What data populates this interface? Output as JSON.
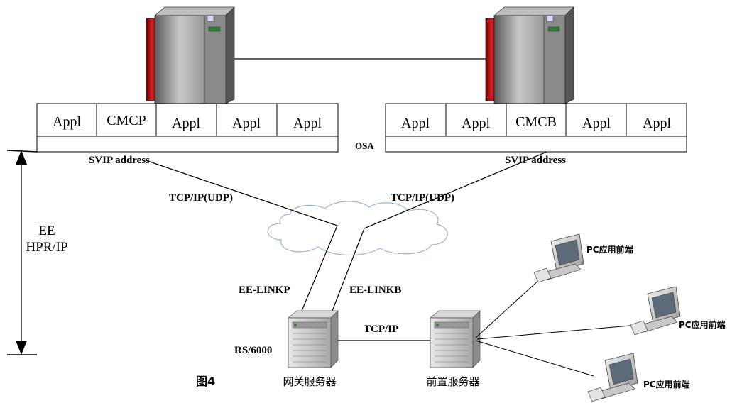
{
  "hosts": {
    "left": {
      "cells": [
        "Appl",
        "CMCP",
        "Appl",
        "Appl",
        "Appl"
      ],
      "address_label": "SVIP address"
    },
    "right": {
      "cells": [
        "Appl",
        "Appl",
        "CMCB",
        "Appl",
        "Appl"
      ],
      "address_label": "SVIP address"
    }
  },
  "labels": {
    "osa": "OSA",
    "tcp_left": "TCP/IP(UDP)",
    "tcp_right": "TCP/IP(UDP)",
    "ee_linkp": "EE-LINKP",
    "ee_linkb": "EE-LINKB",
    "tcp_ip": "TCP/IP",
    "rs6000": "RS/6000",
    "ee": "EE",
    "hpr_ip": "HPR/IP",
    "figure": "图4"
  },
  "servers": {
    "gateway": "网关服务器",
    "frontend": "前置服务器"
  },
  "pcs": [
    "PC应用前端",
    "PC应用前端",
    "PC应用前端"
  ]
}
